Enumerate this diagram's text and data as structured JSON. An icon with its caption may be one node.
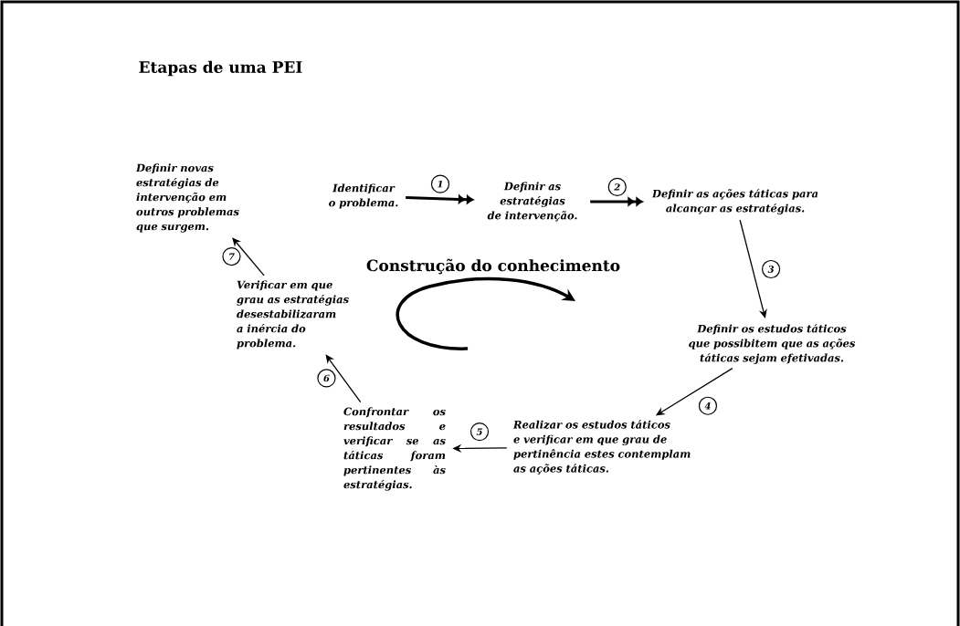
{
  "diagram": {
    "title": "Etapas de uma PEI",
    "nodes": [
      {
        "text": [
          "Identificar o problema."
        ]
      },
      {
        "text": [
          "Definir as estratégias de intervenção."
        ]
      },
      {
        "text": [
          "Definir as ações táticas para alcançar as estratégias."
        ]
      },
      {
        "text": [
          "Definir os estudos táticos que possibitem que as ações táticas sejam efetivadas."
        ]
      },
      {
        "text": [
          "Realizar os estudos táticos e verificar em que grau de pertinência estes contemplam as ações táticas."
        ]
      },
      {
        "text": [
          "Confrontar os resultados e verificar se as táticas foram pertinentes às estratégias."
        ]
      },
      {
        "text": [
          "Verificar em que grau as estratégias desestabilizaram a inércia do problema."
        ]
      },
      {
        "text": [
          "Definir novas estratégias de intervenção em outros problemas que surgem."
        ]
      }
    ],
    "edges": [
      {
        "from": 0,
        "to": 1,
        "arrow": "to",
        "label": "1",
        "style": "thick"
      },
      {
        "from": 1,
        "to": 2,
        "arrow": "to",
        "label": "2",
        "style": "thick"
      },
      {
        "from": 2,
        "to": 3,
        "arrow": "to",
        "label": "3"
      },
      {
        "from": 3,
        "to": 4,
        "arrow": "to",
        "label": "4"
      },
      {
        "from": 4,
        "to": 5,
        "arrow": "to",
        "label": "5"
      },
      {
        "from": 5,
        "to": 6,
        "arrow": "to",
        "label": "6"
      },
      {
        "from": 6,
        "to": 7,
        "arrow": "to",
        "label": "7"
      }
    ],
    "labels": [
      "Construção do conhecimento"
    ]
  }
}
